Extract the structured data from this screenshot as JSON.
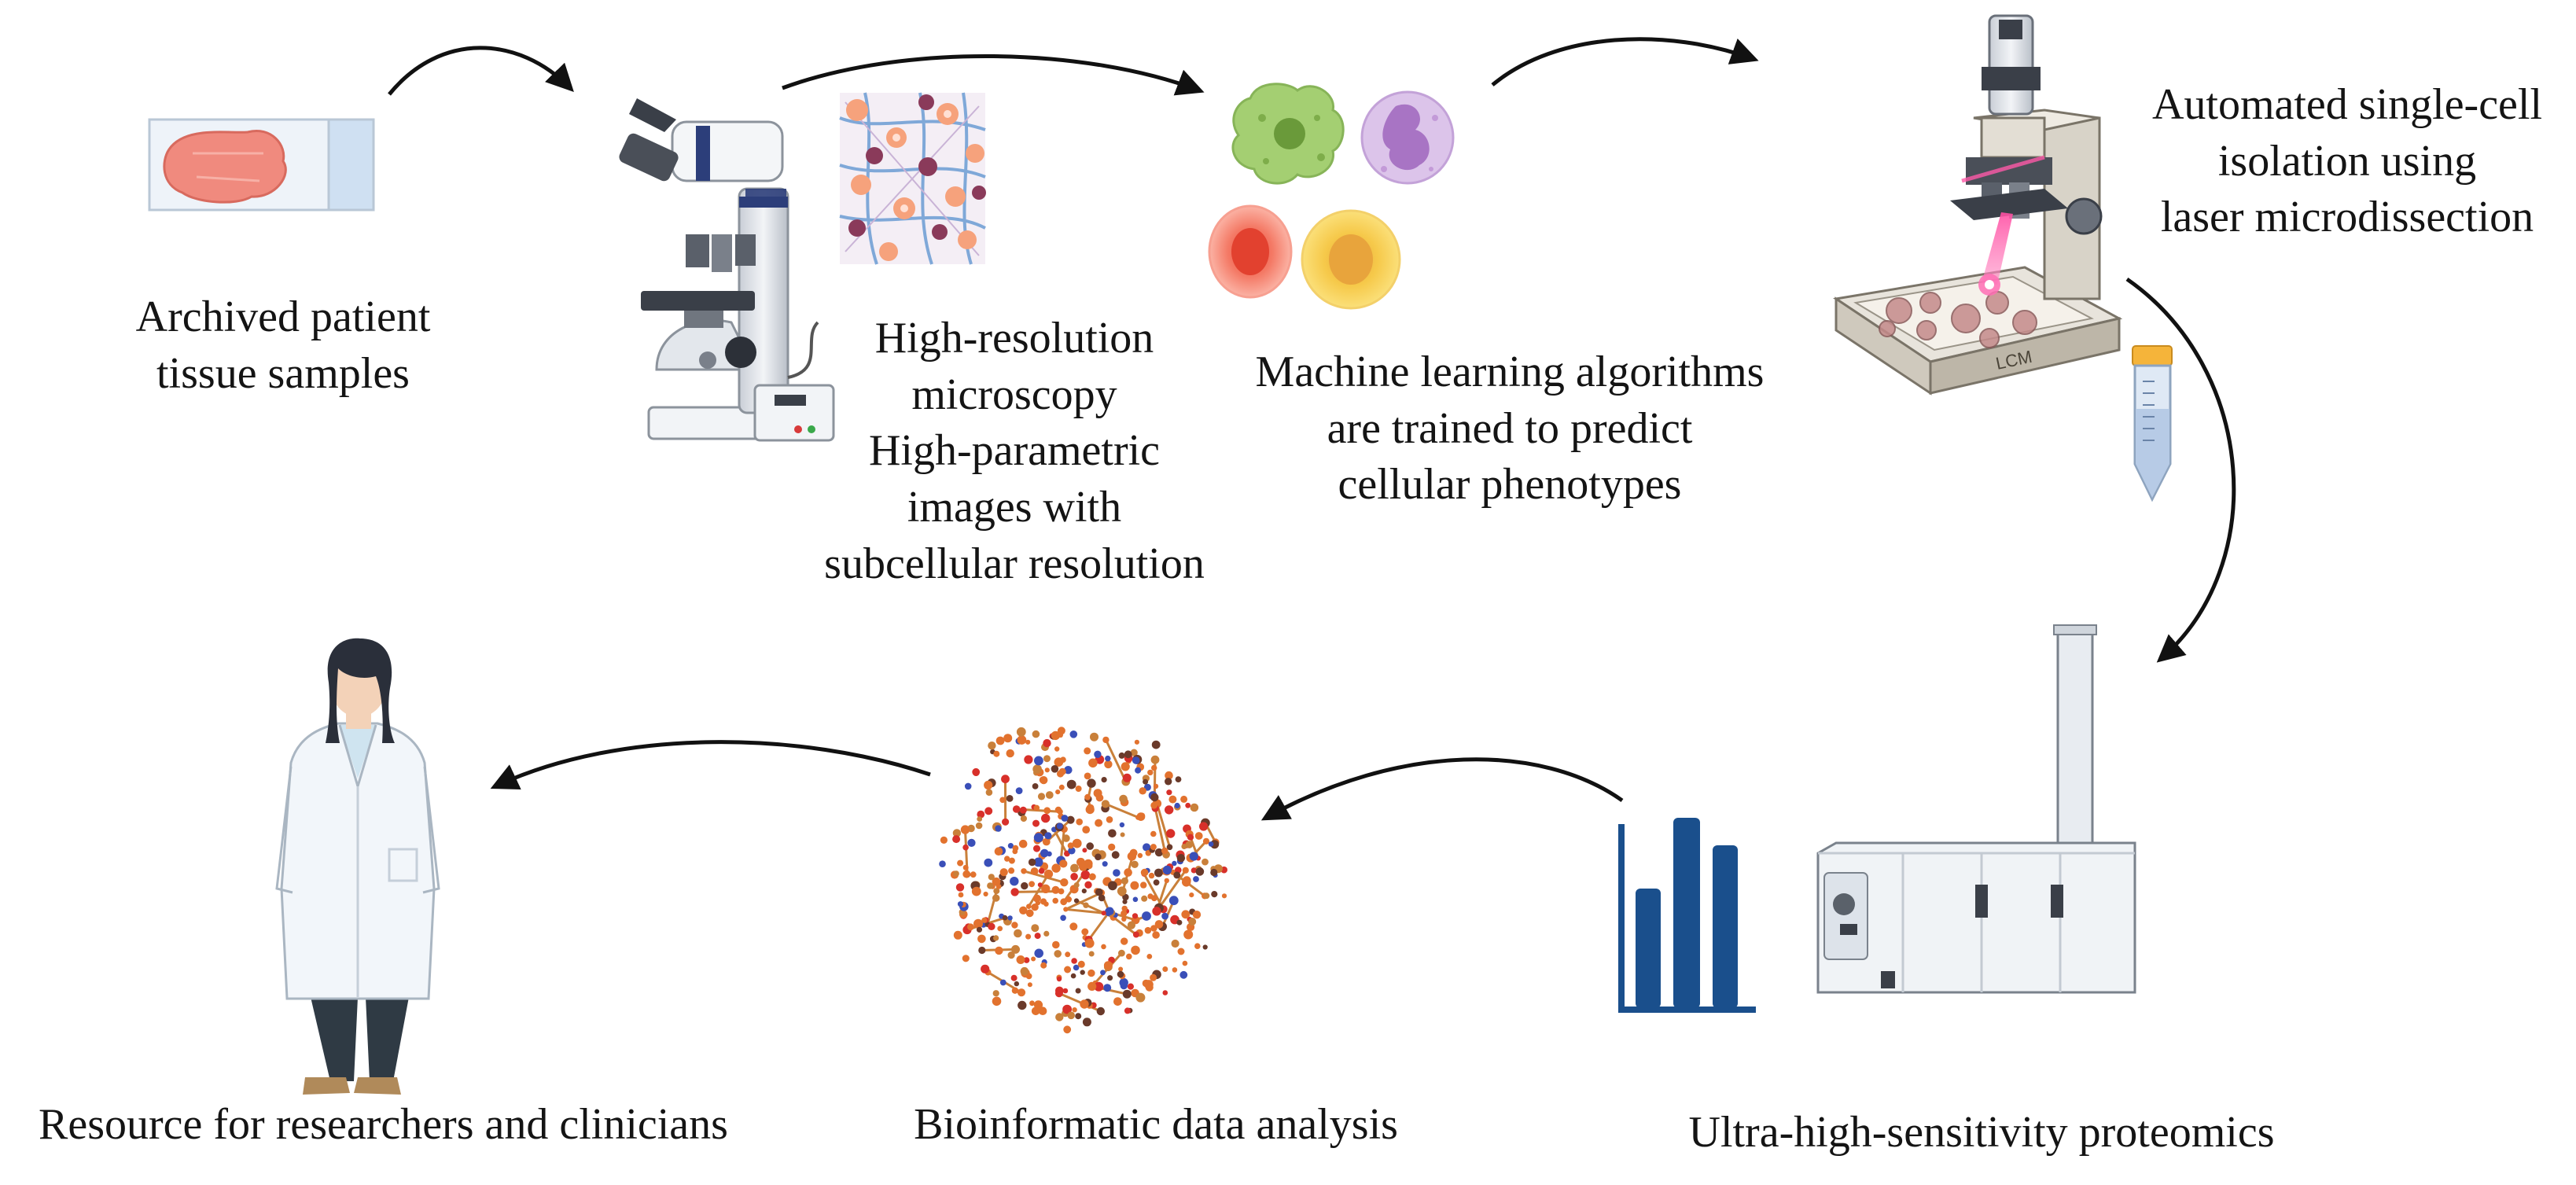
{
  "steps": {
    "tissue": {
      "lines": [
        "Archived patient",
        "tissue samples"
      ]
    },
    "microscopy": {
      "lines": [
        "High-resolution",
        "microscopy",
        "High-parametric",
        "images with",
        "subcellular resolution"
      ]
    },
    "ml": {
      "lines": [
        "Machine learning algorithms",
        "are trained to predict",
        "cellular phenotypes"
      ]
    },
    "lcm": {
      "lines": [
        "Automated single-cell",
        "isolation using",
        "laser microdissection"
      ],
      "device_text": "LCM"
    },
    "proteomics": {
      "lines": [
        "Ultra-high-sensitivity proteomics"
      ]
    },
    "bioinformatics": {
      "lines": [
        "Bioinformatic data analysis"
      ]
    },
    "resource": {
      "lines": [
        "Resource for researchers and clinicians"
      ]
    }
  },
  "icons": {
    "tissue": "tissue-slide-icon",
    "microscope": "light-microscope-icon",
    "tissue_image": "tissue-micrograph-icon",
    "cells": "cell-types-icon",
    "lcm": "laser-microdissection-icon",
    "tube": "sample-tube-icon",
    "bar_chart": "bar-chart-icon",
    "mass_spec": "mass-spectrometer-icon",
    "molecule": "molecular-network-icon",
    "researcher": "researcher-icon"
  },
  "colors": {
    "arrow": "#111111",
    "tissue": "#f08a7e",
    "laser": "#ff4fa3",
    "bar_chart": "#1a4f8c",
    "cell_green": "#9ecb6a",
    "cell_purple": "#c9a6dc",
    "cell_red": "#f26b5b",
    "cell_yellow": "#f5c842"
  }
}
